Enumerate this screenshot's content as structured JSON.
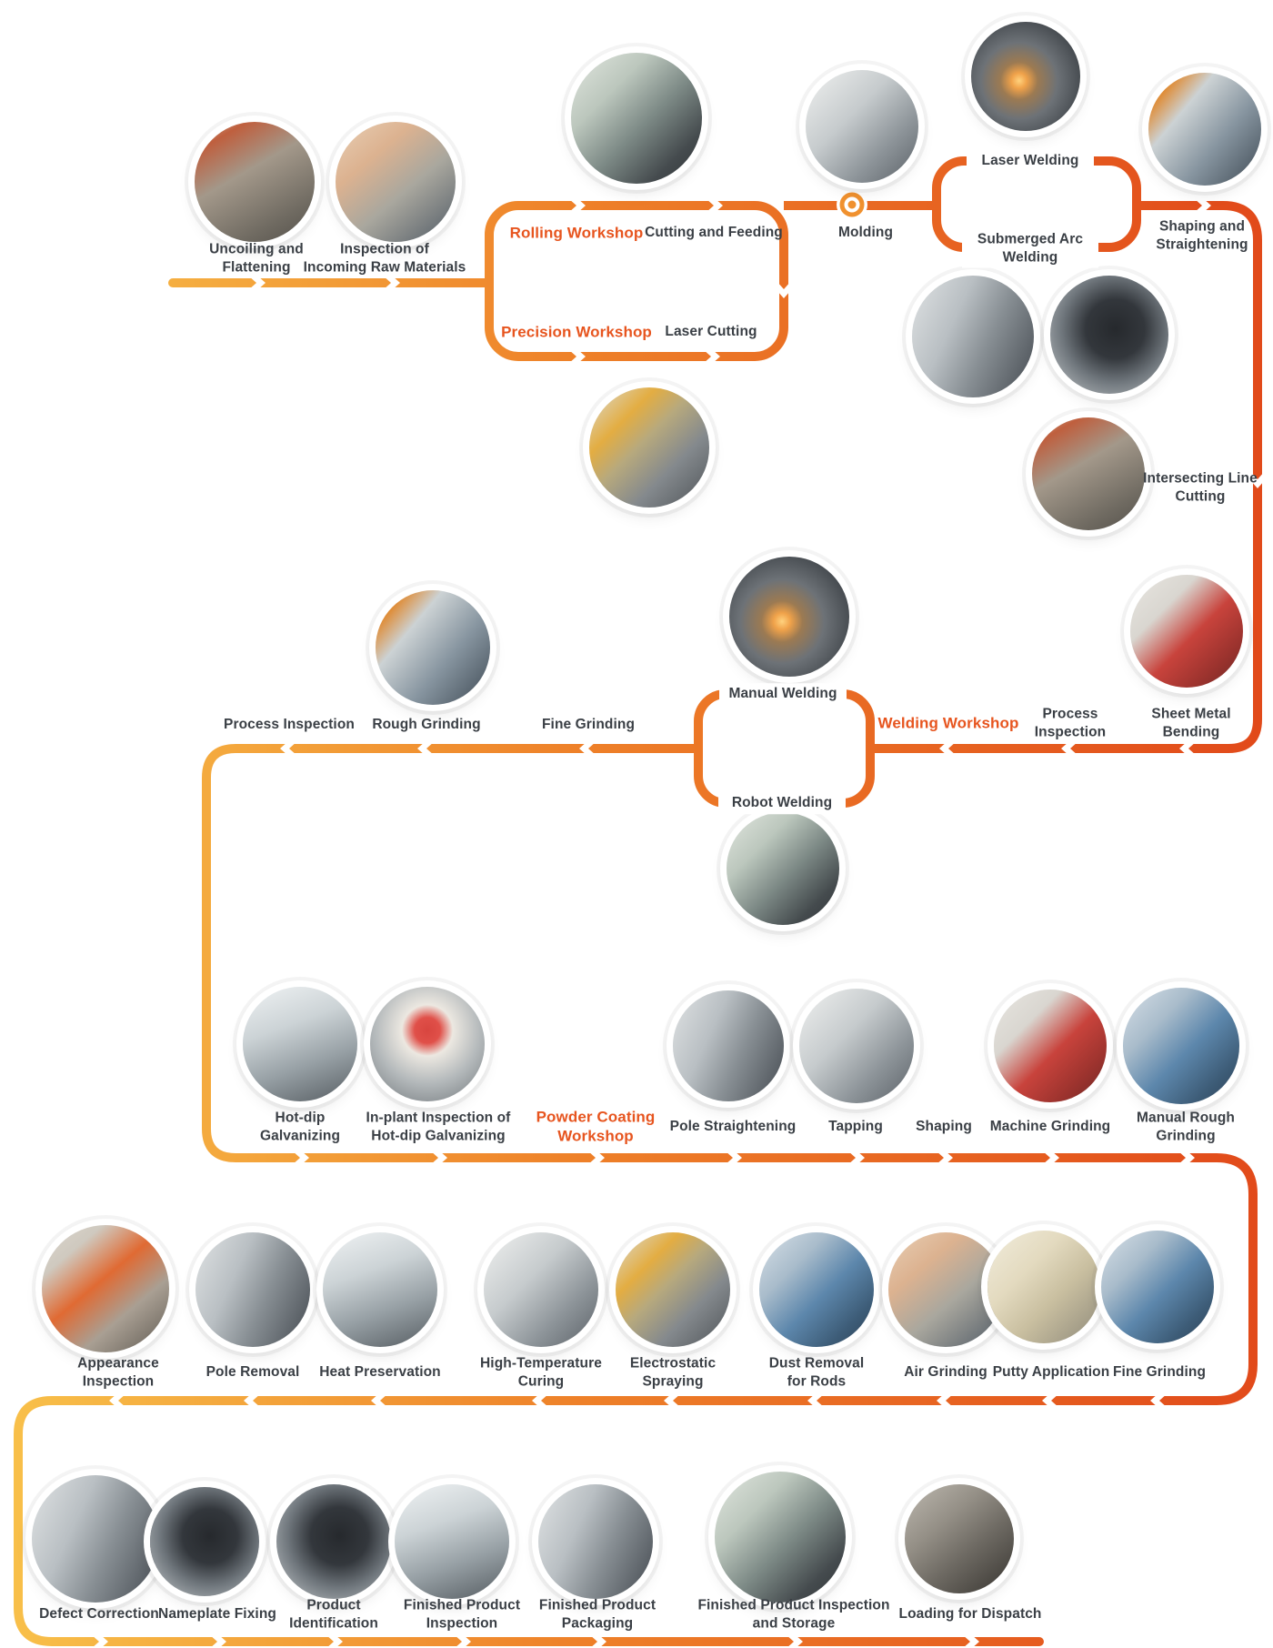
{
  "diagram": {
    "accent_colors": {
      "flow_line_start": "#F8C14A",
      "flow_line_mid": "#EE8129",
      "flow_line_end": "#E1491A",
      "workshop_label": "#E7551F",
      "label_text": "#3A3F45"
    },
    "rows": {
      "row1": [
        {
          "id": "uncoiling-flattening",
          "label": "Uncoiling and\nFlattening"
        },
        {
          "id": "incoming-raw-materials-inspection",
          "label": "Inspection of\nIncoming Raw Materials"
        },
        {
          "id": "rolling-workshop",
          "label": "Rolling Workshop",
          "emphasis": "workshop"
        },
        {
          "id": "cutting-and-feeding",
          "label": "Cutting and Feeding"
        },
        {
          "id": "molding",
          "label": "Molding"
        },
        {
          "id": "laser-welding",
          "label": "Laser Welding"
        },
        {
          "id": "submerged-arc-welding",
          "label": "Submerged Arc\nWelding"
        },
        {
          "id": "shaping-and-straightening",
          "label": "Shaping and\nStraightening"
        },
        {
          "id": "precision-workshop",
          "label": "Precision Workshop",
          "emphasis": "workshop"
        },
        {
          "id": "laser-cutting",
          "label": "Laser Cutting"
        },
        {
          "id": "intersecting-line-cutting",
          "label": "Intersecting Line\nCutting"
        }
      ],
      "row2": [
        {
          "id": "process-inspection-a",
          "label": "Process Inspection"
        },
        {
          "id": "rough-grinding",
          "label": "Rough Grinding"
        },
        {
          "id": "fine-grinding",
          "label": "Fine Grinding"
        },
        {
          "id": "manual-welding",
          "label": "Manual Welding"
        },
        {
          "id": "robot-welding",
          "label": "Robot Welding"
        },
        {
          "id": "welding-workshop",
          "label": "Welding Workshop",
          "emphasis": "workshop"
        },
        {
          "id": "process-inspection-b",
          "label": "Process\nInspection"
        },
        {
          "id": "sheet-metal-bending",
          "label": "Sheet Metal\nBending"
        }
      ],
      "row3": [
        {
          "id": "hot-dip-galvanizing",
          "label": "Hot-dip\nGalvanizing"
        },
        {
          "id": "in-plant-inspection-hot-dip-galvanizing",
          "label": "In-plant Inspection of\nHot-dip Galvanizing"
        },
        {
          "id": "powder-coating-workshop",
          "label": "Powder Coating\nWorkshop",
          "emphasis": "workshop"
        },
        {
          "id": "pole-straightening",
          "label": "Pole Straightening"
        },
        {
          "id": "tapping",
          "label": "Tapping"
        },
        {
          "id": "shaping",
          "label": "Shaping"
        },
        {
          "id": "machine-grinding",
          "label": "Machine Grinding"
        },
        {
          "id": "manual-rough-grinding",
          "label": "Manual Rough\nGrinding"
        }
      ],
      "row4": [
        {
          "id": "appearance-inspection",
          "label": "Appearance\nInspection"
        },
        {
          "id": "pole-removal",
          "label": "Pole Removal"
        },
        {
          "id": "heat-preservation",
          "label": "Heat Preservation"
        },
        {
          "id": "high-temperature-curing",
          "label": "High-Temperature\nCuring"
        },
        {
          "id": "electrostatic-spraying",
          "label": "Electrostatic\nSpraying"
        },
        {
          "id": "dust-removal-for-rods",
          "label": "Dust Removal\nfor Rods"
        },
        {
          "id": "air-grinding",
          "label": "Air Grinding"
        },
        {
          "id": "putty-application",
          "label": "Putty Application"
        },
        {
          "id": "fine-grinding-powder",
          "label": "Fine Grinding"
        }
      ],
      "row5": [
        {
          "id": "defect-correction",
          "label": "Defect Correction"
        },
        {
          "id": "nameplate-fixing",
          "label": "Nameplate Fixing"
        },
        {
          "id": "product-identification",
          "label": "Product\nIdentification"
        },
        {
          "id": "finished-product-inspection",
          "label": "Finished Product\nInspection"
        },
        {
          "id": "finished-product-packaging",
          "label": "Finished Product\nPackaging"
        },
        {
          "id": "finished-product-inspection-storage",
          "label": "Finished Product Inspection\nand Storage"
        },
        {
          "id": "loading-for-dispatch",
          "label": "Loading for Dispatch"
        }
      ]
    },
    "photos": [
      "uncoiling-flattening",
      "raw-material-inspection",
      "rolling-workshop",
      "molding",
      "laser-welding",
      "shaping-straightening",
      "welded-pole-seam",
      "pole-interior",
      "laser-cutting",
      "intersecting-line-cutting",
      "rough-grinding",
      "manual-welding",
      "sheet-metal-bending",
      "robot-welding",
      "hot-dip-galvanizing",
      "galvanizing-inspection",
      "pole-straightening",
      "tapping",
      "machine-grinding",
      "manual-rough-grinding",
      "appearance-inspection",
      "pole-removal",
      "heat-preservation",
      "high-temperature-curing",
      "electrostatic-spraying",
      "dust-removal",
      "air-grinding",
      "putty-application",
      "fine-grinding",
      "defect-correction",
      "nameplate-fixing",
      "product-identification",
      "finished-product-inspection",
      "finished-product-packaging",
      "finished-product-storage",
      "loading-dispatch"
    ]
  }
}
